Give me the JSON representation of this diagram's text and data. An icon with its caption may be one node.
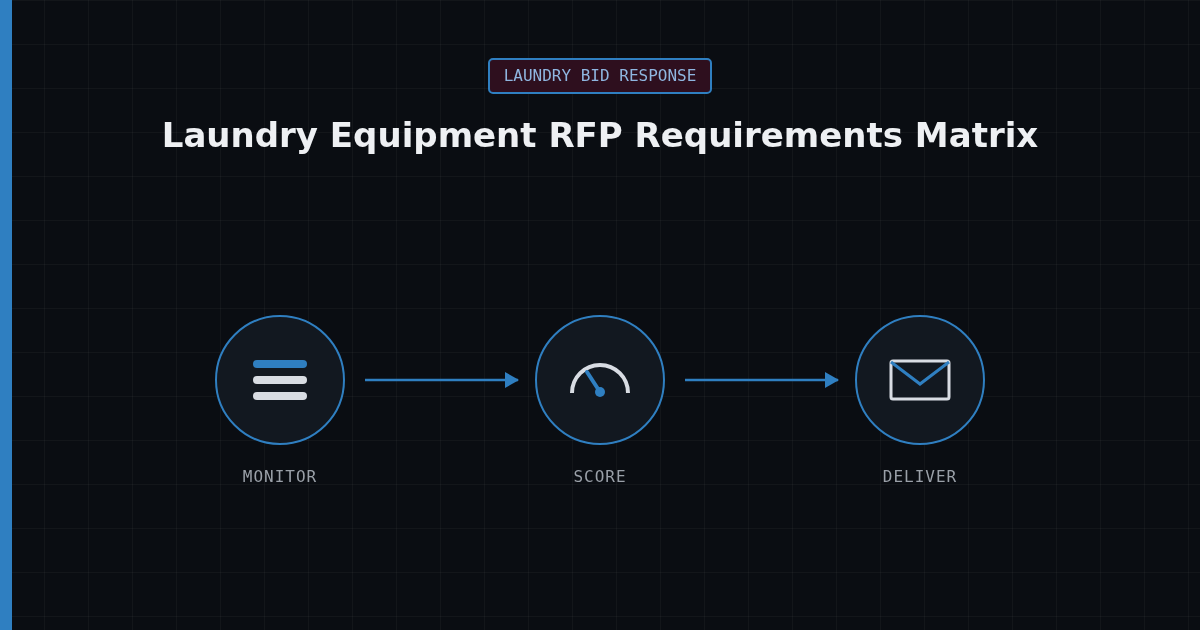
{
  "diagram": {
    "title": "Laundry Equipment RFP Requirements Matrix",
    "nodes": [
      {
        "text": [
          "MONITOR"
        ]
      },
      {
        "text": [
          "SCORE"
        ]
      },
      {
        "text": [
          "DELIVER"
        ]
      }
    ],
    "edges": [
      {
        "from": 0,
        "to": 1,
        "arrow": "to"
      },
      {
        "from": 1,
        "to": 2,
        "arrow": "to"
      }
    ],
    "labels": [
      "LAUNDRY BID RESPONSE"
    ]
  }
}
